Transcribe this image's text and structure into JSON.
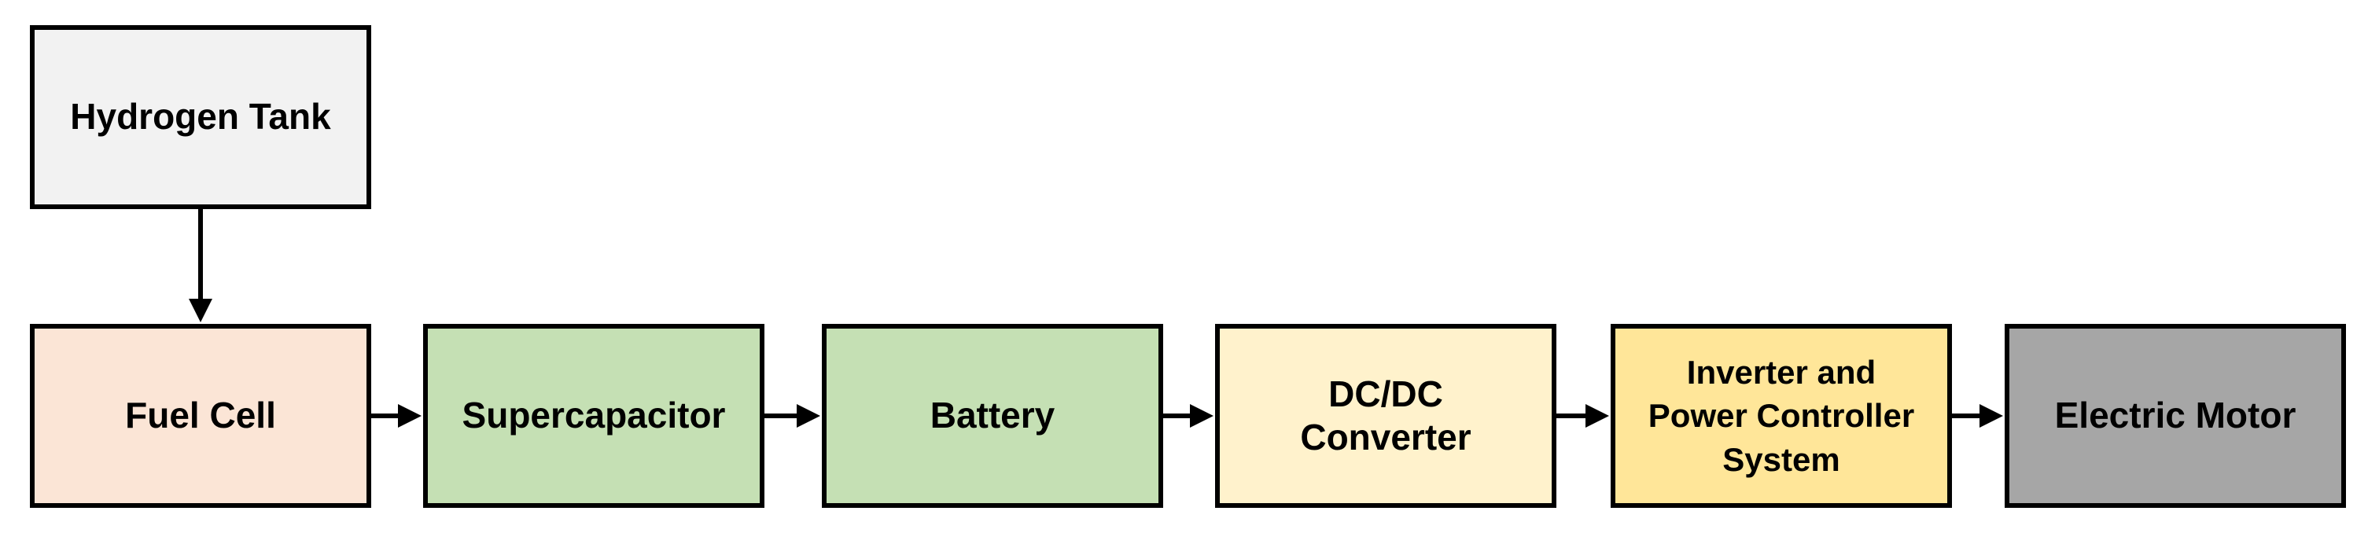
{
  "diagram": {
    "nodes": [
      {
        "id": "hydrogen",
        "label": "Hydrogen Tank",
        "fill": "#f2f2f2"
      },
      {
        "id": "fuelcell",
        "label": "Fuel Cell",
        "fill": "#fbe5d6"
      },
      {
        "id": "supercap",
        "label": "Supercapacitor",
        "fill": "#c5e0b4"
      },
      {
        "id": "battery",
        "label": "Battery",
        "fill": "#c5e0b4"
      },
      {
        "id": "dcdc",
        "label": "DC/DC\nConverter",
        "fill": "#fff2cc"
      },
      {
        "id": "inverter",
        "label": "Inverter and\nPower Controller\nSystem",
        "fill": "#ffe699"
      },
      {
        "id": "motor",
        "label": "Electric Motor",
        "fill": "#a6a6a6"
      }
    ],
    "edges": [
      {
        "from": "hydrogen",
        "to": "fuelcell"
      },
      {
        "from": "fuelcell",
        "to": "supercap"
      },
      {
        "from": "supercap",
        "to": "battery"
      },
      {
        "from": "battery",
        "to": "dcdc"
      },
      {
        "from": "dcdc",
        "to": "inverter"
      },
      {
        "from": "inverter",
        "to": "motor"
      }
    ]
  }
}
